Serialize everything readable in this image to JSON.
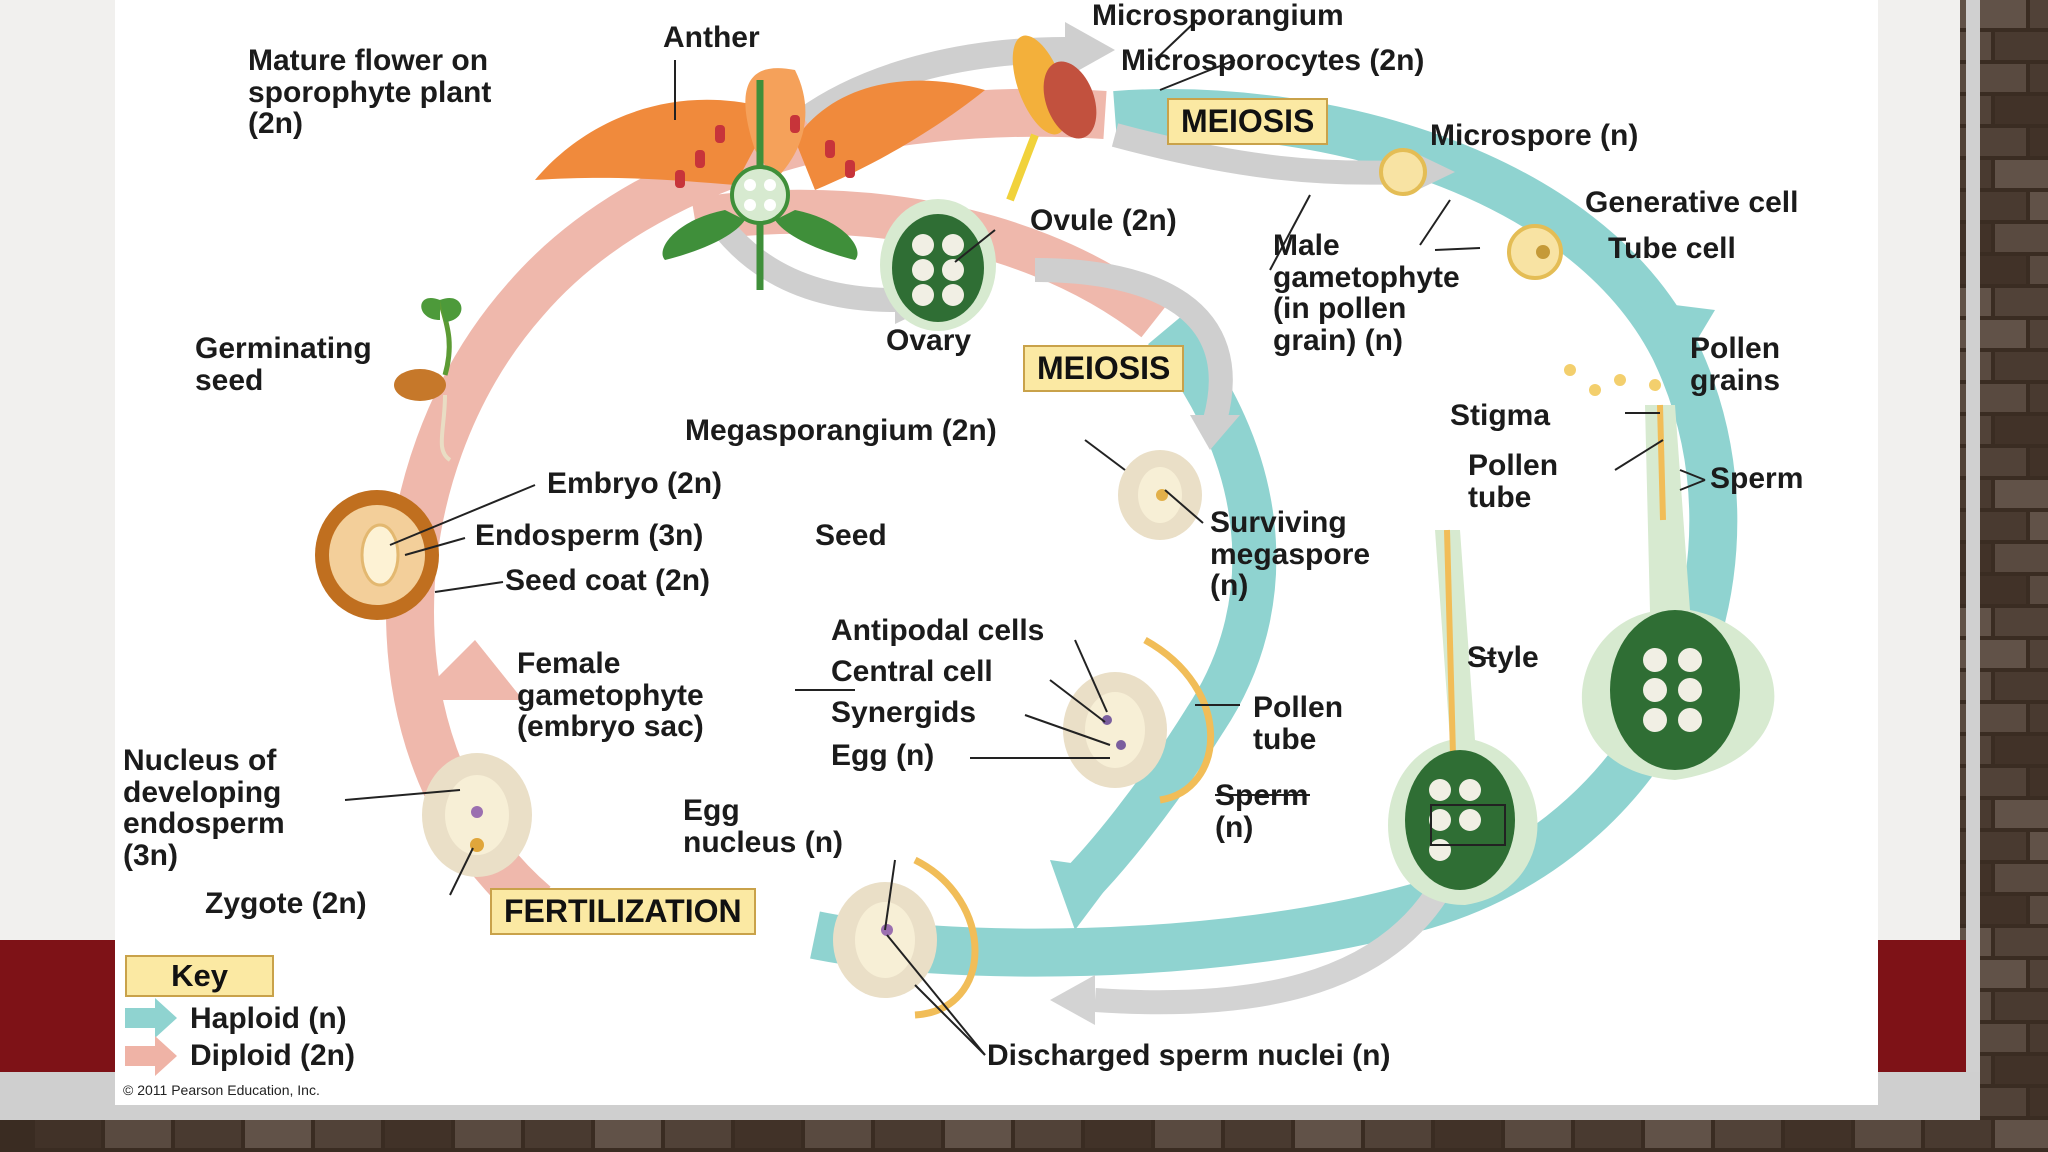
{
  "labels": {
    "mature_flower": "Mature flower on\nsporophyte plant\n(2n)",
    "anther": "Anther",
    "microsporangium": "Microsporangium",
    "microsporocytes": "Microsporocytes (2n)",
    "microspore": "Microspore (n)",
    "generative_cell": "Generative cell",
    "tube_cell": "Tube cell",
    "male_gametophyte": "Male\ngametophyte\n(in pollen\ngrain) (n)",
    "pollen_grains": "Pollen\ngrains",
    "stigma": "Stigma",
    "pollen_tube_top": "Pollen\ntube",
    "sperm_top": "Sperm",
    "ovule": "Ovule (2n)",
    "ovary": "Ovary",
    "germinating_seed": "Germinating\nseed",
    "megasporangium": "Megasporangium (2n)",
    "surviving_megaspore": "Surviving\nmegaspore\n(n)",
    "embryo": "Embryo (2n)",
    "endosperm": "Endosperm (3n)",
    "seed_coat": "Seed coat (2n)",
    "seed": "Seed",
    "style": "Style",
    "female_gametophyte": "Female\ngametophyte\n(embryo sac)",
    "antipodal_cells": "Antipodal cells",
    "central_cell": "Central cell",
    "synergids": "Synergids",
    "egg": "Egg (n)",
    "pollen_tube_mid": "Pollen\ntube",
    "sperm_mid": "Sperm\n(n)",
    "nucleus_endosperm": "Nucleus of\ndeveloping\nendosperm\n(3n)",
    "zygote": "Zygote (2n)",
    "egg_nucleus": "Egg\nnucleus (n)",
    "discharged_sperm": "Discharged sperm nuclei (n)"
  },
  "stage_tags": {
    "meiosis_upper": "MEIOSIS",
    "meiosis_lower": "MEIOSIS",
    "fertilization": "FERTILIZATION"
  },
  "key": {
    "title": "Key",
    "haploid": "Haploid (n)",
    "diploid": "Diploid (2n)",
    "haploid_color": "#8fd3d0",
    "diploid_color": "#efb3a6"
  },
  "copyright": "© 2011 Pearson Education, Inc.",
  "colors": {
    "haploid_arrow": "#8fd3d0",
    "diploid_arrow": "#efb8ac",
    "transition_arrow": "#c9c9c9",
    "tag_fill": "#fbe9a3",
    "flower_orange": "#f08a3c",
    "leaf_green": "#3f8f3a",
    "ovule_green": "#2f6e34",
    "seed_brown": "#b86a1c",
    "pollen_yellow": "#f3cf6d"
  },
  "icons": [
    "flower-icon",
    "anther-icon",
    "ovule-icon",
    "seedling-icon",
    "seed-icon",
    "pollen-grain-icon",
    "pistil-icon",
    "embryo-sac-icon"
  ]
}
